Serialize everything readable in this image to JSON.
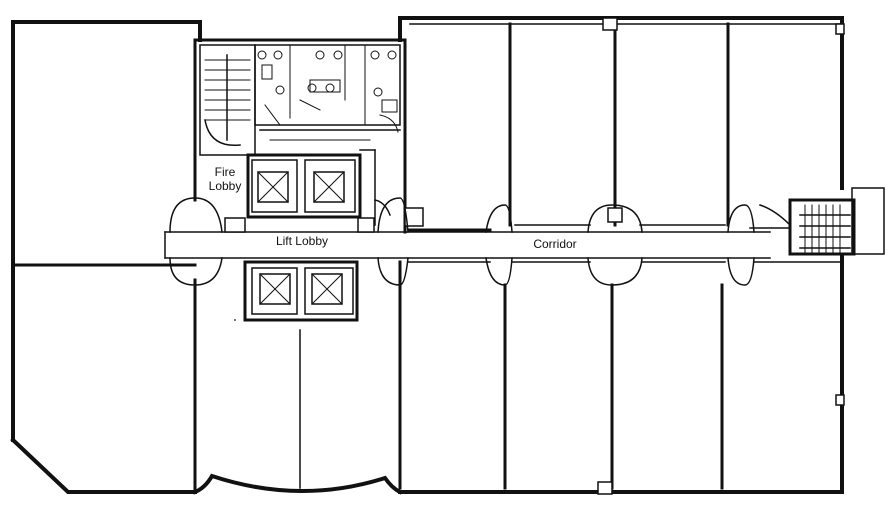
{
  "labels": {
    "fire_lobby_line1": "Fire",
    "fire_lobby_line2": "Lobby",
    "lift_lobby": "Lift Lobby",
    "corridor": "Corridor"
  },
  "colors": {
    "line": "#111111",
    "background": "#ffffff"
  }
}
